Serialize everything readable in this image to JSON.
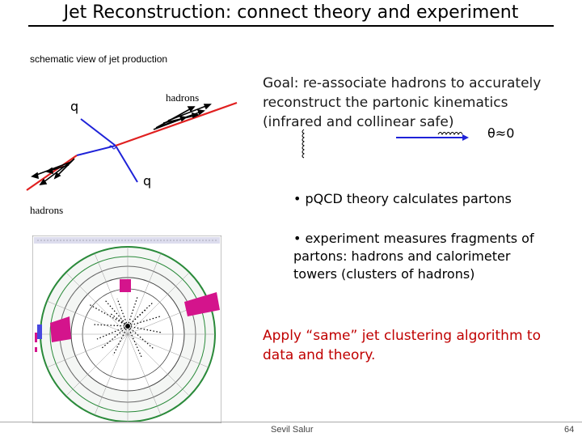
{
  "title": "Jet Reconstruction: connect theory and experiment",
  "subtitle": "schematic view of  jet production",
  "schematic": {
    "label_hadrons_top": "hadrons",
    "label_q_top": "q",
    "label_q_bottom": "q",
    "label_hadrons_bottom": "hadrons"
  },
  "goal": "Goal: re-associate hadrons to accurately reconstruct the partonic kinematics (infrared and collinear safe)",
  "theta": "θ≈0",
  "bullet_pqcd": "• pQCD theory calculates partons",
  "bullet_experiment": "• experiment measures fragments of partons: hadrons and calorimeter towers (clusters of hadrons)",
  "apply": "Apply “same” jet clustering algorithm to data and theory.",
  "footer": {
    "author": "Sevil Salur",
    "page": "64"
  },
  "colors": {
    "parton_line": "#e02020",
    "quark_line": "#1e22d8",
    "apply_text": "#c00000",
    "tower": "#d4148c"
  }
}
